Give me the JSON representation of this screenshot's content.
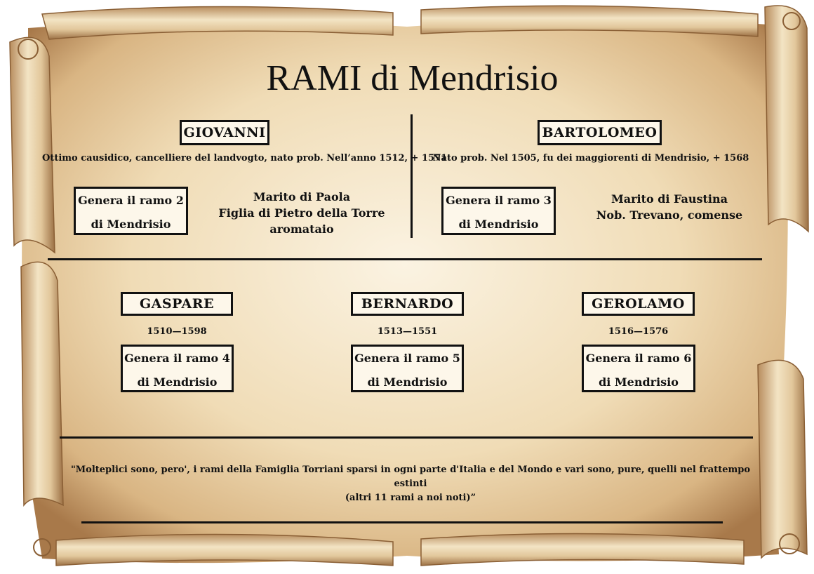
{
  "title": "RAMI di Mendrisio",
  "top_row": [
    {
      "name": "GIOVANNI",
      "description": "Ottimo causidico, cancelliere del landvogto, nato prob. Nell’anno 1512, + 1571",
      "ramo_line1": "Genera il ramo 2",
      "ramo_line2": "di Mendrisio",
      "spouse_lines": [
        "Marito di Paola",
        "Figlia di Pietro della Torre",
        "aromataio"
      ]
    },
    {
      "name": "BARTOLOMEO",
      "description": "Nato prob. Nel 1505, fu dei maggiorenti di Mendrisio, + 1568",
      "ramo_line1": "Genera il ramo 3",
      "ramo_line2": "di Mendrisio",
      "spouse_lines": [
        "Marito di Faustina",
        "Nob. Trevano, comense"
      ]
    }
  ],
  "bottom_row": [
    {
      "name": "GASPARE",
      "years": "1510—1598",
      "ramo_line1": "Genera il ramo 4",
      "ramo_line2": "di Mendrisio"
    },
    {
      "name": "BERNARDO",
      "years": "1513—1551",
      "ramo_line1": "Genera il ramo 5",
      "ramo_line2": "di Mendrisio"
    },
    {
      "name": "GEROLAMO",
      "years": "1516—1576",
      "ramo_line1": "Genera il ramo 6",
      "ramo_line2": "di Mendrisio"
    }
  ],
  "quote_line1": "\"Molteplici sono, pero', i rami della Famiglia Torriani sparsi in ogni parte d'Italia e del Mondo e vari sono, pure, quelli nel frattempo estinti",
  "quote_line2": "(altri 11 rami a noi noti)”",
  "colors": {
    "parchment": "#efdcb4",
    "ink": "#111111",
    "edge": "#a8794a"
  }
}
